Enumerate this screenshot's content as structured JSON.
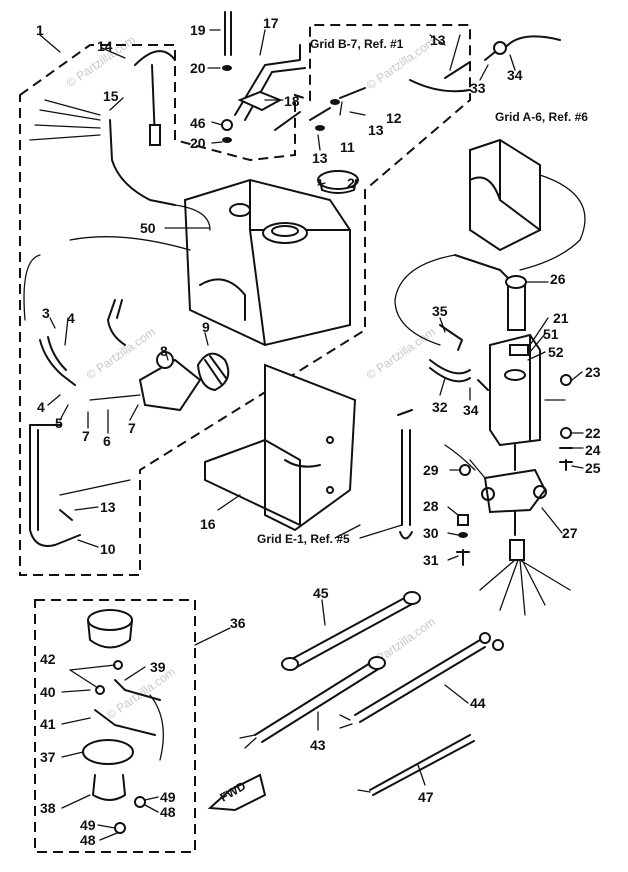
{
  "refs": {
    "grid_b7": "Grid B-7, Ref. #1",
    "grid_a6": "Grid A-6, Ref. #6",
    "grid_e1": "Grid E-1, Ref. #5",
    "fwd": "FWD"
  },
  "watermark": "© Partzilla.com",
  "labels": {
    "n1": "1",
    "n2": "2",
    "n3": "3",
    "n4a": "4",
    "n4b": "4",
    "n5": "5",
    "n6": "6",
    "n7": "7",
    "n8": "8",
    "n9": "9",
    "n10": "10",
    "n11": "11",
    "n12": "12",
    "n13a": "13",
    "n13b": "13",
    "n13c": "13",
    "n13d": "13",
    "n14": "14",
    "n15": "15",
    "n16": "16",
    "n17": "17",
    "n18": "18",
    "n19": "19",
    "n20a": "20",
    "n20b": "20",
    "n21": "21",
    "n22": "22",
    "n23": "23",
    "n24": "24",
    "n25": "25",
    "n26": "26",
    "n27": "27",
    "n28": "28",
    "n29": "29",
    "n30": "30",
    "n31": "31",
    "n32": "32",
    "n33": "33",
    "n34a": "34",
    "n34b": "34",
    "n35": "35",
    "n36": "36",
    "n37": "37",
    "n38": "38",
    "n39": "39",
    "n40": "40",
    "n41": "41",
    "n42": "42",
    "n43": "43",
    "n44": "44",
    "n45": "45",
    "n46": "46",
    "n47": "47",
    "n48a": "48",
    "n48b": "48",
    "n49a": "49",
    "n49b": "49",
    "n50": "50",
    "n51": "51",
    "n52": "52"
  }
}
